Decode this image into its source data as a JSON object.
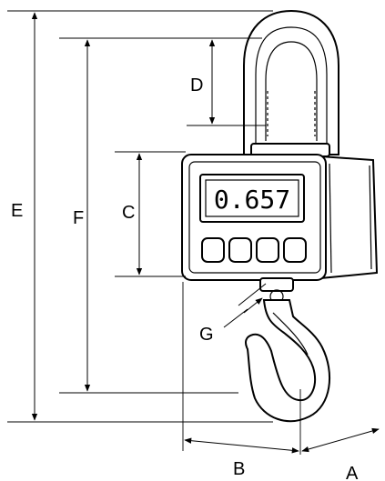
{
  "display": {
    "reading": "0.657"
  },
  "labels": {
    "a": "A",
    "b": "B",
    "c": "C",
    "d": "D",
    "e": "E",
    "f": "F",
    "g": "G"
  }
}
